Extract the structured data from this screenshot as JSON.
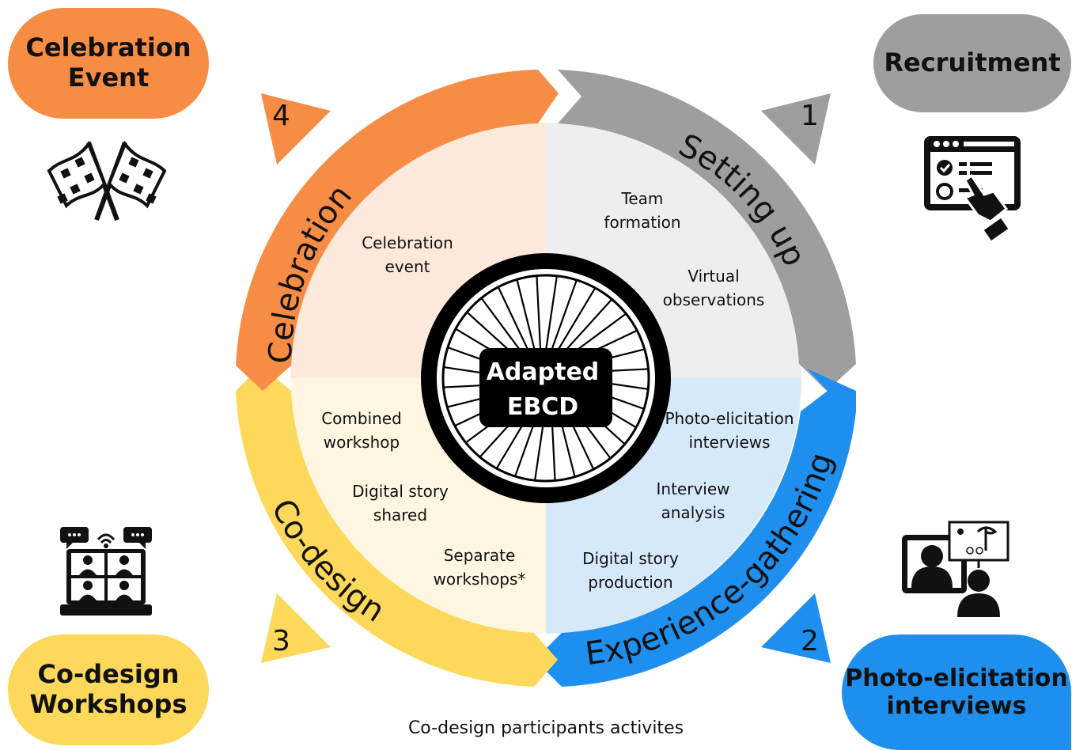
{
  "colors": {
    "setup": "#9e9e9e",
    "setup_light": "#eeeeee",
    "experience": "#1e8fef",
    "experience_light": "#d6e9fb",
    "codesign": "#fdd85a",
    "codesign_light": "#fef6e1",
    "celebration": "#f78c45",
    "celebration_light": "#fde9dc"
  },
  "center": {
    "line1": "Adapted",
    "line2": "EBCD",
    "icon": "wheel-icon"
  },
  "stages": {
    "setup": {
      "arc_label": "Setting up",
      "number": "1",
      "pill_label": "Recruitment",
      "icon": "survey-touch-icon",
      "activities": [
        [
          "Team",
          "formation"
        ],
        [
          "Virtual",
          "observations"
        ]
      ]
    },
    "experience": {
      "arc_label": "Experience-gathering",
      "number": "2",
      "pill_line1": "Photo-elicitation",
      "pill_line2": "interviews",
      "icon": "video-call-photo-icon",
      "activities": [
        [
          "Photo-elicitation",
          "interviews"
        ],
        [
          "Interview",
          "analysis"
        ],
        [
          "Digital story",
          "production"
        ]
      ]
    },
    "codesign": {
      "arc_label": "Co-design",
      "number": "3",
      "pill_line1": "Co-design",
      "pill_line2": "Workshops",
      "icon": "online-meeting-icon",
      "activities": [
        [
          "Combined",
          "workshop"
        ],
        [
          "Digital story",
          "shared"
        ],
        [
          "Separate",
          "workshops*"
        ]
      ]
    },
    "celebration": {
      "arc_label": "Celebration",
      "number": "4",
      "pill_line1": "Celebration",
      "pill_line2": "Event",
      "icon": "checkered-flags-icon",
      "activities": [
        [
          "Celebration",
          "event"
        ]
      ]
    }
  },
  "caption": "Co-design participants activites"
}
